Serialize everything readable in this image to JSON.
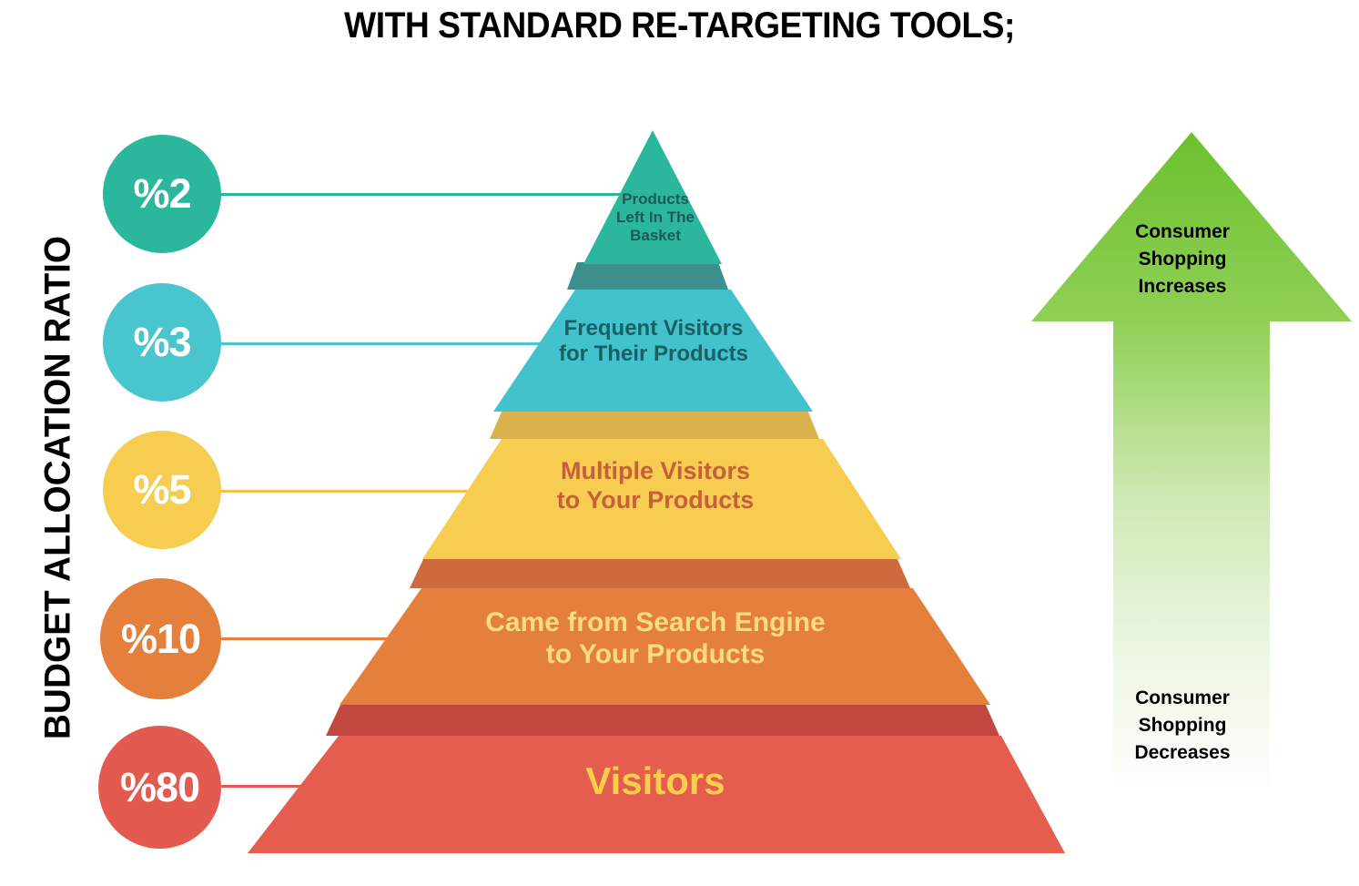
{
  "title": "WITH STANDARD RE-TARGETING TOOLS;",
  "axis_label": "BUDGET ALLOCATION RATIO",
  "chart_data": {
    "type": "pie",
    "title": "WITH STANDARD RE-TARGETING TOOLS;",
    "xlabel": "",
    "ylabel": "BUDGET ALLOCATION RATIO",
    "categories": [
      "Products Left In The Basket",
      "Frequent Visitors for Their Products",
      "Multiple Visitors to Your Products",
      "Came from Search Engine to Your Products",
      "Visitors"
    ],
    "values": [
      2,
      3,
      5,
      10,
      80
    ],
    "value_labels": [
      "%2",
      "%3",
      "%5",
      "%10",
      "%80"
    ],
    "unit": "percent",
    "annotations": [
      "Consumer Shopping Increases",
      "Consumer Shopping Decreases"
    ],
    "legend": "none",
    "grid": false
  },
  "levels": [
    {
      "pct_label": "%2",
      "text": "Products\nLeft In The\nBasket",
      "circle_color": "#2bb79c",
      "tier_color": "#2bb79c",
      "shadow_color": "#3c8f8c",
      "text_color": "#1d5a55",
      "connector_color": "#2bb79c",
      "font_size": 17
    },
    {
      "pct_label": "%3",
      "text": "Frequent Visitors\nfor Their Products",
      "circle_color": "#49c5ce",
      "tier_color": "#41c2cd",
      "shadow_color": "#d9b24e",
      "text_color": "#1c5f63",
      "connector_color": "#49c5ce",
      "font_size": 24
    },
    {
      "pct_label": "%5",
      "text": "Multiple Visitors\nto Your Products",
      "circle_color": "#f6cd51",
      "tier_color": "#f6cd51",
      "shadow_color": "#cf6a3c",
      "text_color": "#c85f3c",
      "connector_color": "#f0c14c",
      "font_size": 27
    },
    {
      "pct_label": "%10",
      "text": "Came from Search Engine\nto Your Products",
      "circle_color": "#e5803c",
      "tier_color": "#e5803c",
      "shadow_color": "#c95a4c",
      "text_color": "#fbdc7e",
      "connector_color": "#e5803c",
      "font_size": 30
    },
    {
      "pct_label": "%80",
      "text": "Visitors",
      "circle_color": "#e35a4e",
      "tier_color": "#e45d4e",
      "shadow_color": "#c2483f",
      "text_color": "#f9cf49",
      "connector_color": "#e35a4e",
      "font_size": 42
    }
  ],
  "arrow": {
    "top_text": "Consumer\nShopping\nIncreases",
    "bottom_text": "Consumer\nShopping\nDecreases",
    "color_top": "#6cc12e",
    "color_mid": "#9fd66a",
    "color_bottom": "#ffffff"
  }
}
